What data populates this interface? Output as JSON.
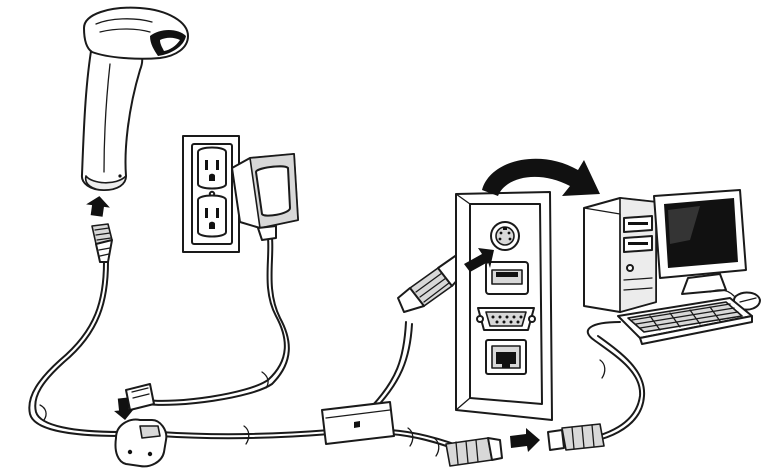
{
  "diagram": {
    "components": [
      {
        "name": "handheld-scanner",
        "icon": "barcode-scanner-icon"
      },
      {
        "name": "wall-outlet",
        "icon": "power-outlet-icon"
      },
      {
        "name": "power-adapter",
        "icon": "power-adapter-icon"
      },
      {
        "name": "interface-cable",
        "icon": "cable-icon"
      },
      {
        "name": "computer-port-panel",
        "icon": "io-panel-icon"
      },
      {
        "name": "desktop-computer",
        "icon": "desktop-computer-icon"
      }
    ],
    "colors": {
      "line": "#1a1a1a",
      "fill": "#ffffff",
      "shade": "#d8d8d8",
      "arrow": "#111111"
    }
  }
}
